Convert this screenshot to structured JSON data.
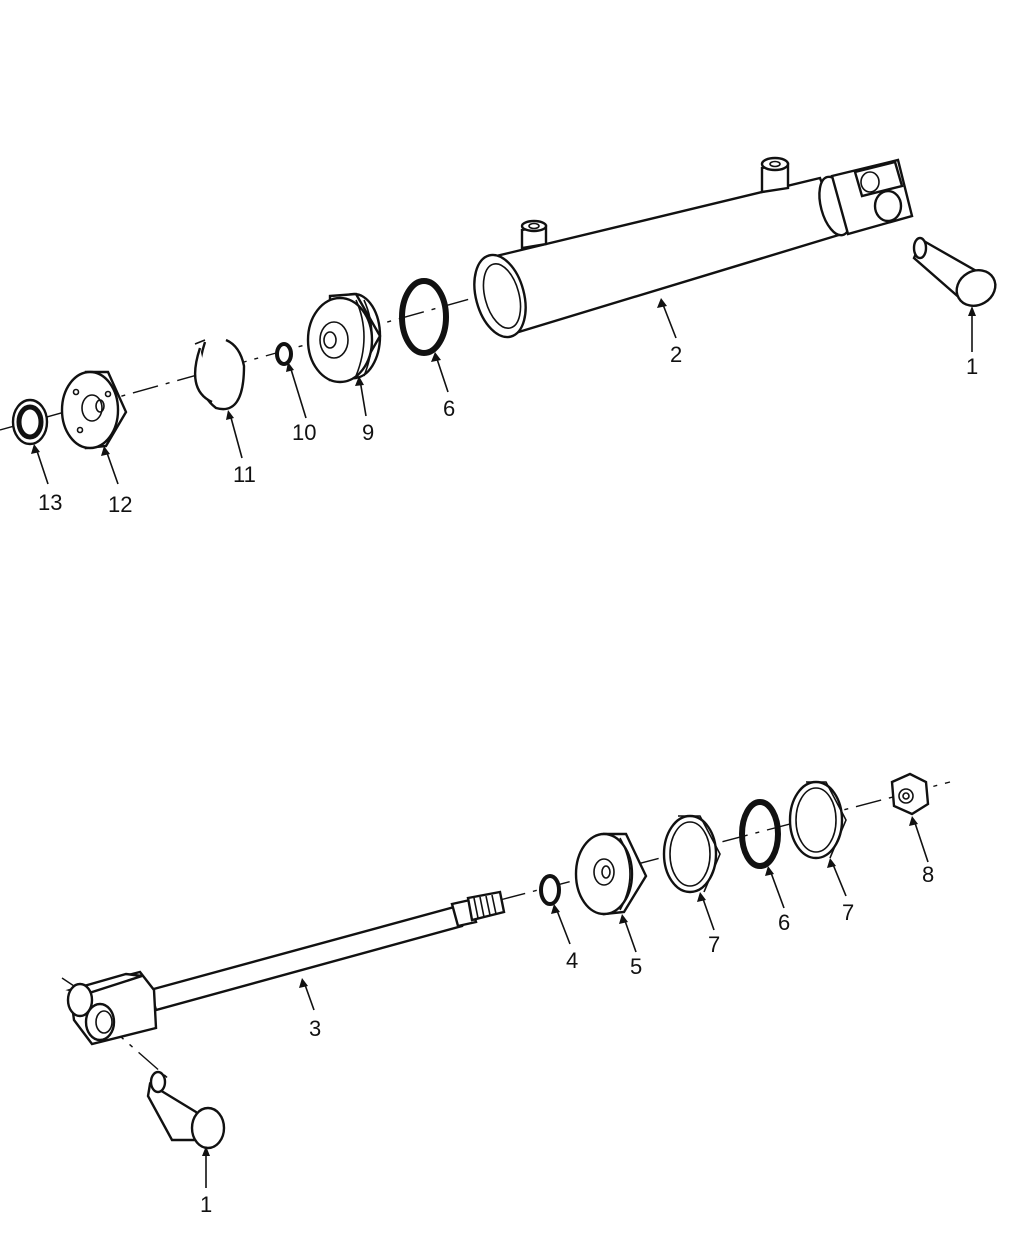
{
  "diagram": {
    "subject": "",
    "corner_mark": "'",
    "upper_assembly": {
      "callouts": [
        {
          "id": "c-upper-1",
          "label": "1"
        },
        {
          "id": "c-upper-2",
          "label": "2"
        },
        {
          "id": "c-upper-6",
          "label": "6"
        },
        {
          "id": "c-upper-9",
          "label": "9"
        },
        {
          "id": "c-upper-10",
          "label": "10"
        },
        {
          "id": "c-upper-11",
          "label": "11"
        },
        {
          "id": "c-upper-12",
          "label": "12"
        },
        {
          "id": "c-upper-13",
          "label": "13"
        }
      ]
    },
    "lower_assembly": {
      "callouts": [
        {
          "id": "c-lower-1",
          "label": "1"
        },
        {
          "id": "c-lower-3",
          "label": "3"
        },
        {
          "id": "c-lower-4",
          "label": "4"
        },
        {
          "id": "c-lower-5",
          "label": "5"
        },
        {
          "id": "c-lower-7a",
          "label": "7"
        },
        {
          "id": "c-lower-6",
          "label": "6"
        },
        {
          "id": "c-lower-7b",
          "label": "7"
        },
        {
          "id": "c-lower-8",
          "label": "8"
        }
      ]
    }
  }
}
